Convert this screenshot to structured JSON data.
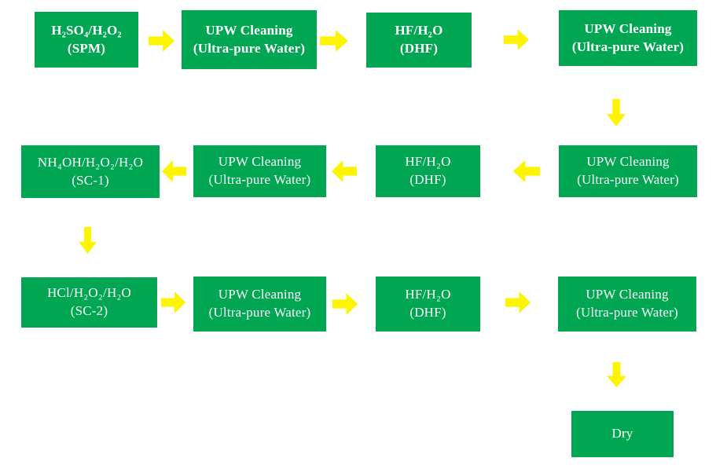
{
  "flowchart": {
    "description": "Wafer wet-cleaning process flow diagram",
    "colors": {
      "node_green": "#00A651",
      "arrow_yellow": "#FCF400",
      "text_white": "#FFFFFF",
      "background": "#FFFFFF"
    },
    "nodes": [
      {
        "id": "spm",
        "line1": "H₂SO₄/H₂O₂",
        "line2": "(SPM)"
      },
      {
        "id": "upw-1",
        "line1": "UPW Cleaning",
        "line2": "(Ultra-pure Water)"
      },
      {
        "id": "dhf-1",
        "line1": "HF/H₂O",
        "line2": "(DHF)"
      },
      {
        "id": "upw-2",
        "line1": "UPW Cleaning",
        "line2": "(Ultra-pure Water)"
      },
      {
        "id": "upw-3",
        "line1": "UPW Cleaning",
        "line2": "(Ultra-pure Water)"
      },
      {
        "id": "dhf-2",
        "line1": "HF/H₂O",
        "line2": "(DHF)"
      },
      {
        "id": "upw-4",
        "line1": "UPW Cleaning",
        "line2": "(Ultra-pure Water)"
      },
      {
        "id": "sc-1",
        "line1": "NH₄OH/H₂O₂/H₂O",
        "line2": "(SC-1)"
      },
      {
        "id": "sc-2",
        "line1": "HCl/H₂O₂/H₂O",
        "line2": "(SC-2)"
      },
      {
        "id": "upw-5",
        "line1": "UPW Cleaning",
        "line2": "(Ultra-pure Water)"
      },
      {
        "id": "dhf-3",
        "line1": "HF/H₂O",
        "line2": "(DHF)"
      },
      {
        "id": "upw-6",
        "line1": "UPW Cleaning",
        "line2": "(Ultra-pure Water)"
      },
      {
        "id": "dry",
        "line1": "Dry",
        "line2": ""
      }
    ]
  }
}
